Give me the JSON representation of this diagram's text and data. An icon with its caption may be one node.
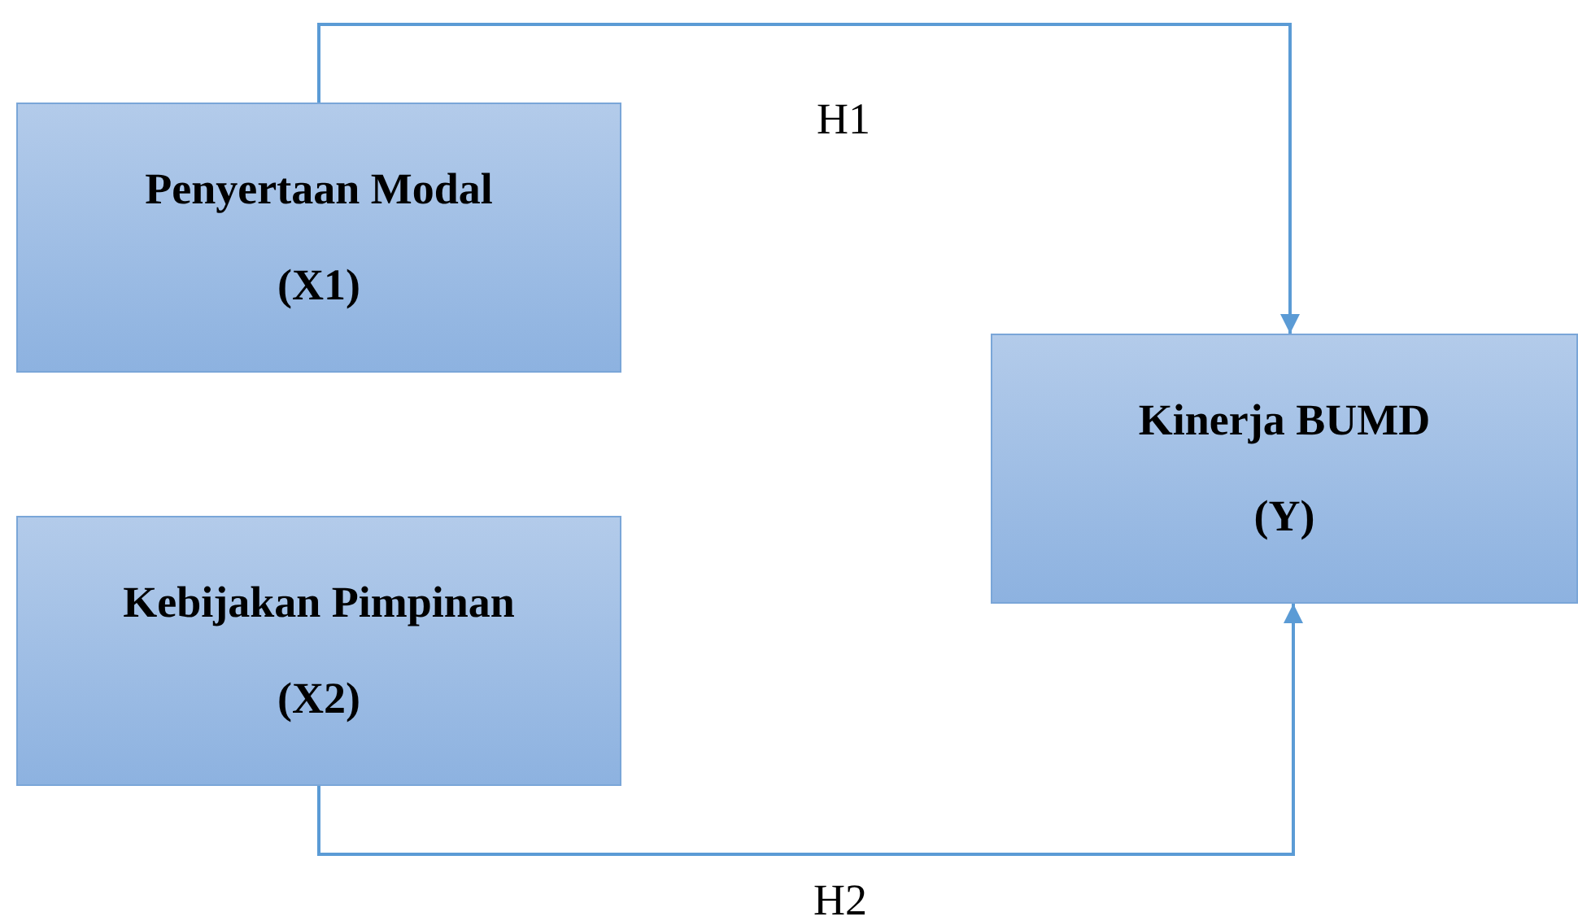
{
  "diagram": {
    "nodes": [
      {
        "text": [
          "Penyertaan Modal",
          "(X1)"
        ]
      },
      {
        "text": [
          "Kebijakan Pimpinan",
          "(X2)"
        ]
      },
      {
        "text": [
          "Kinerja BUMD",
          "(Y)"
        ]
      }
    ],
    "edges": [
      {
        "from": 0,
        "to": 2,
        "arrow": "to",
        "label": "H1"
      },
      {
        "from": 1,
        "to": 2,
        "arrow": "to",
        "label": "H2"
      }
    ]
  }
}
